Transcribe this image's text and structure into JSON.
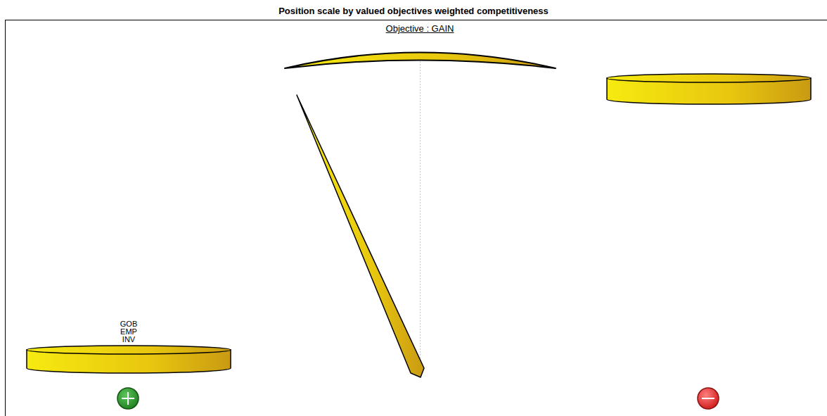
{
  "diagram": {
    "title": "Position scale by valued objectives weighted competitiveness",
    "labels": [
      "Objective : GAIN",
      "GOB",
      "EMP",
      "INV"
    ]
  }
}
